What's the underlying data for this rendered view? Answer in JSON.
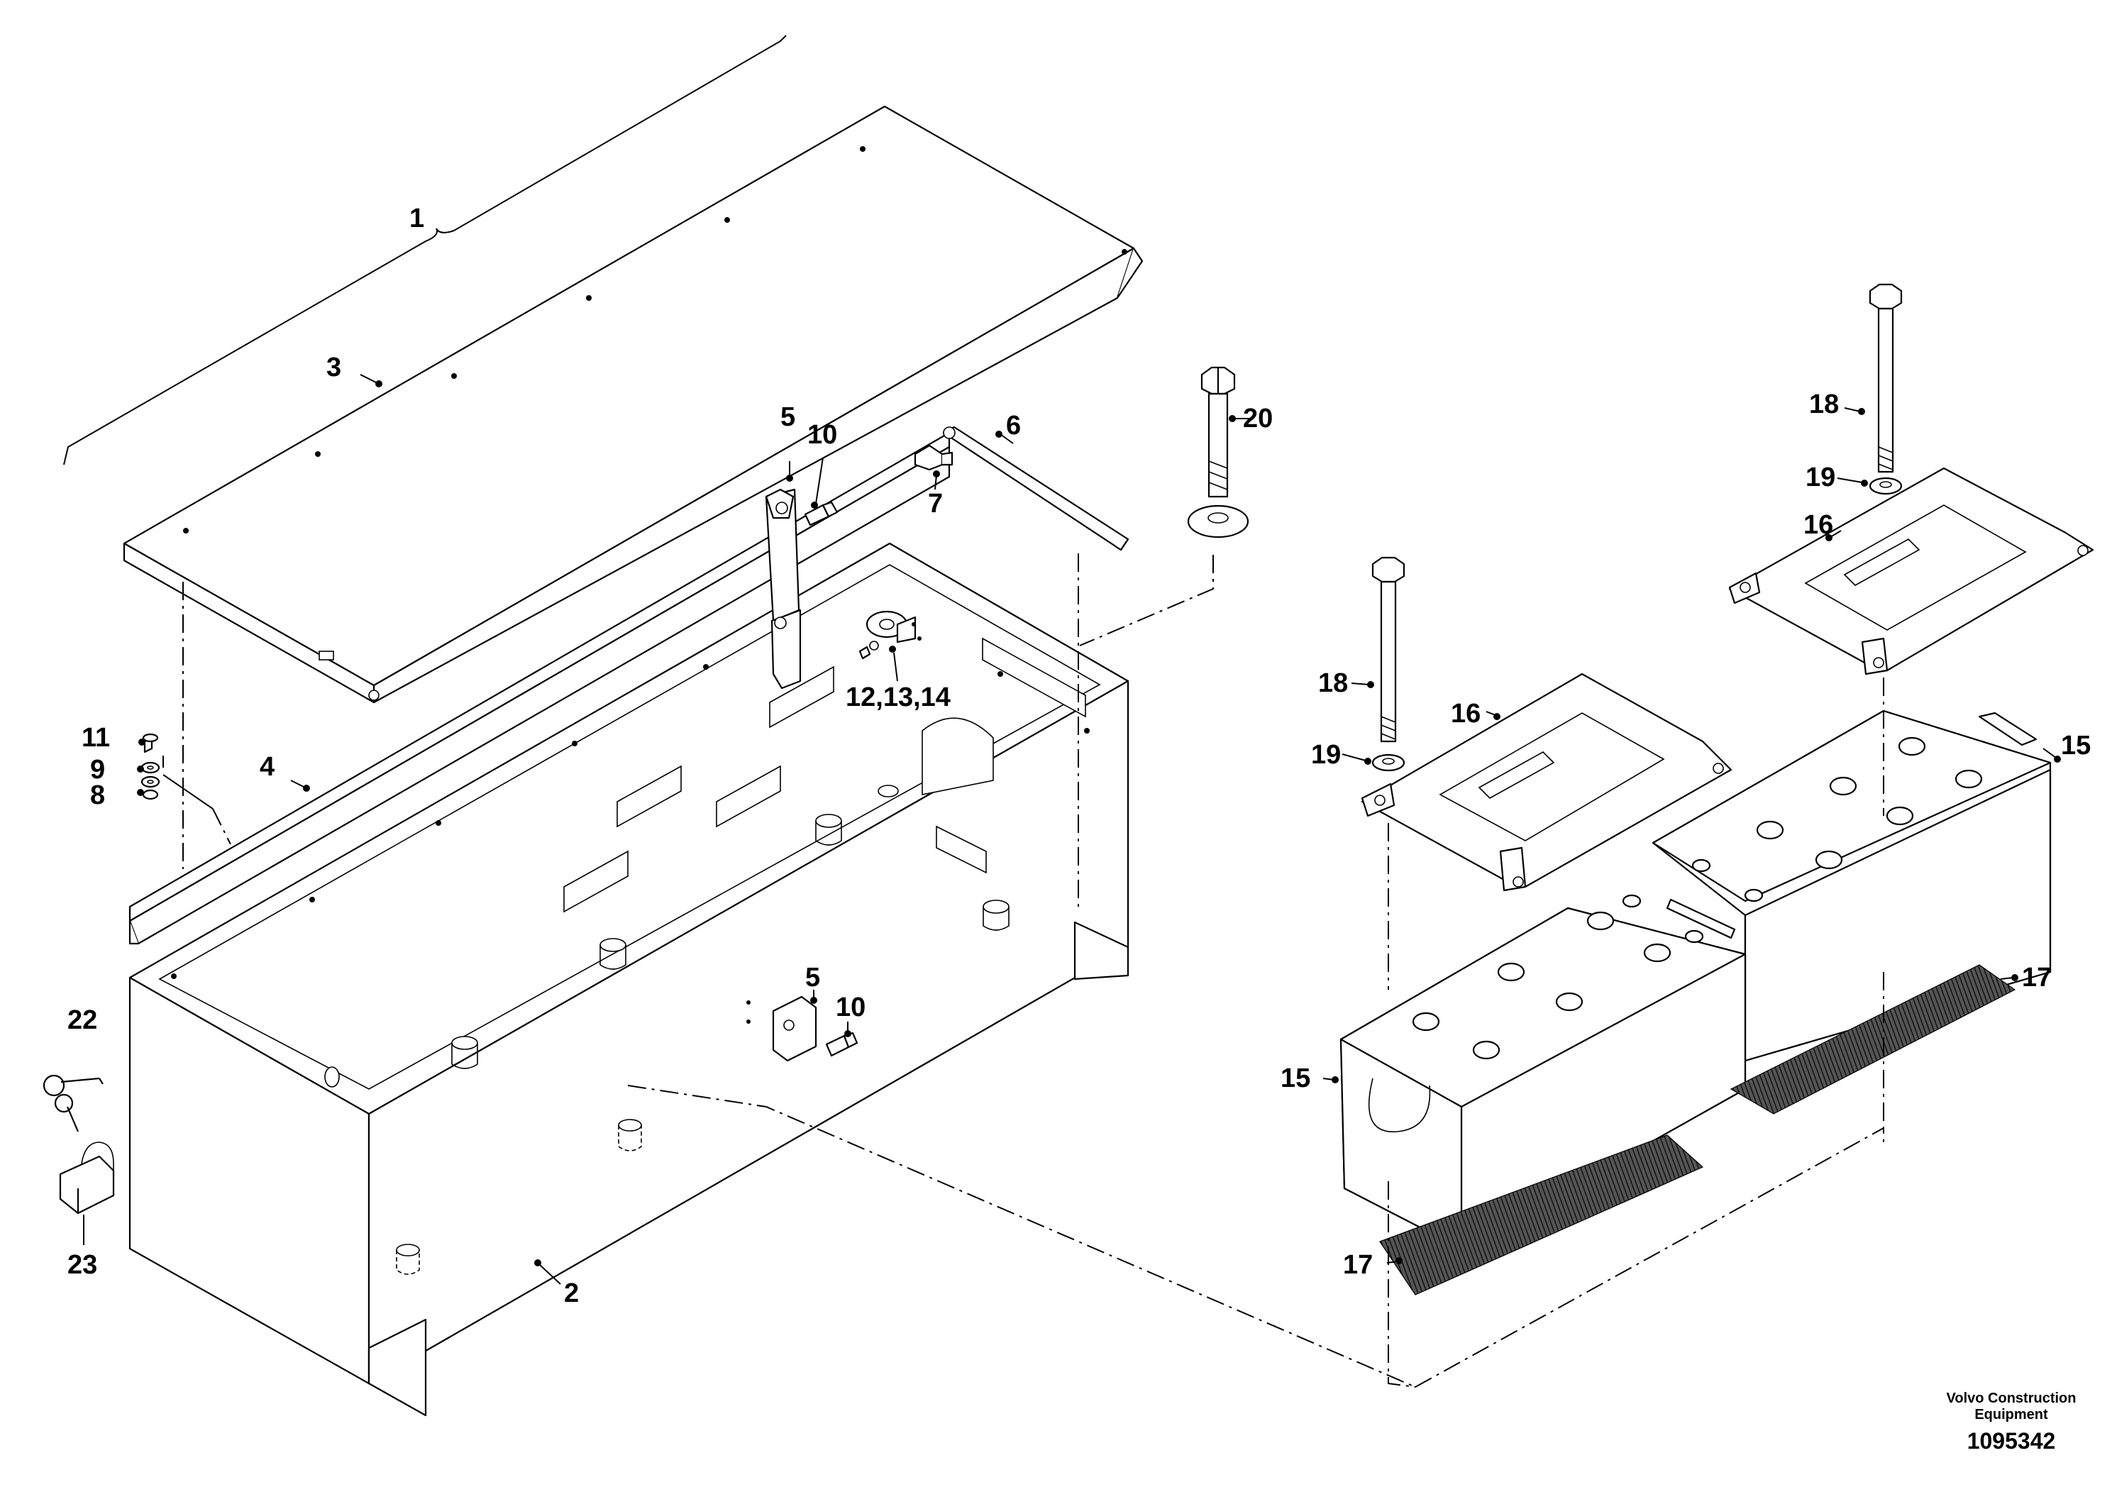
{
  "drawing": {
    "company_line1": "Volvo Construction",
    "company_line2": "Equipment",
    "drawing_number": "1095342"
  },
  "callouts": {
    "c1": "1",
    "c2": "2",
    "c3": "3",
    "c4": "4",
    "c5a": "5",
    "c5b": "5",
    "c6": "6",
    "c7": "7",
    "c8": "8",
    "c9": "9",
    "c10a": "10",
    "c10b": "10",
    "c11": "11",
    "c12": "12,13,14",
    "c15a": "15",
    "c15b": "15",
    "c16a": "16",
    "c16b": "16",
    "c17a": "17",
    "c17b": "17",
    "c18a": "18",
    "c18b": "18",
    "c19a": "19",
    "c19b": "19",
    "c20": "20",
    "c22": "22",
    "c23": "23"
  }
}
